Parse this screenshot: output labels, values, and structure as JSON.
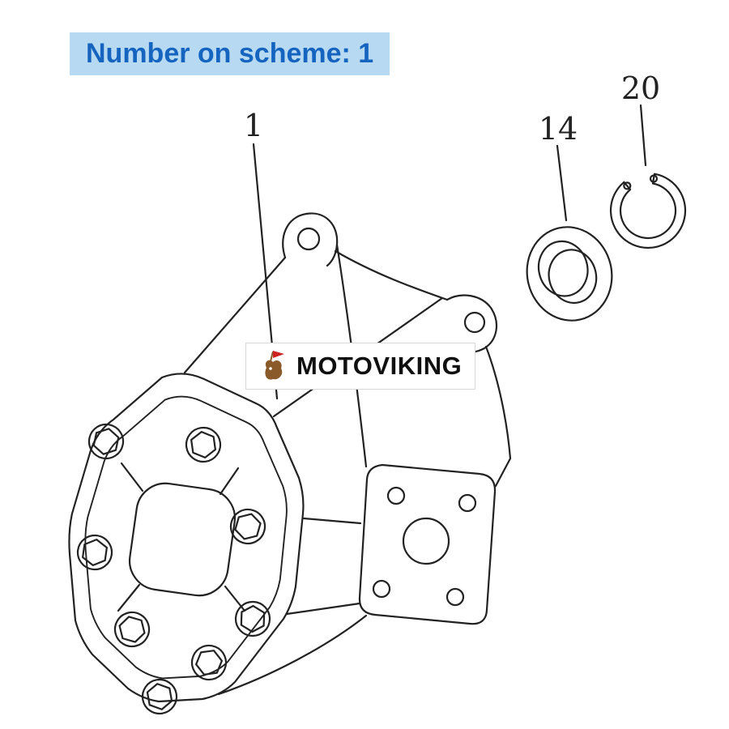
{
  "banner": {
    "label": "Number on scheme: 1"
  },
  "diagram": {
    "part_labels": [
      {
        "label": "1"
      },
      {
        "label": "14"
      },
      {
        "label": "20"
      }
    ]
  },
  "watermark": {
    "text": "MOTOVIKING"
  },
  "colors": {
    "banner_bg": "#b7d9f1",
    "banner_text": "#1565c0",
    "line": "#222222",
    "flag_red": "#cc2222",
    "logo_brown": "#8a5a2a"
  }
}
